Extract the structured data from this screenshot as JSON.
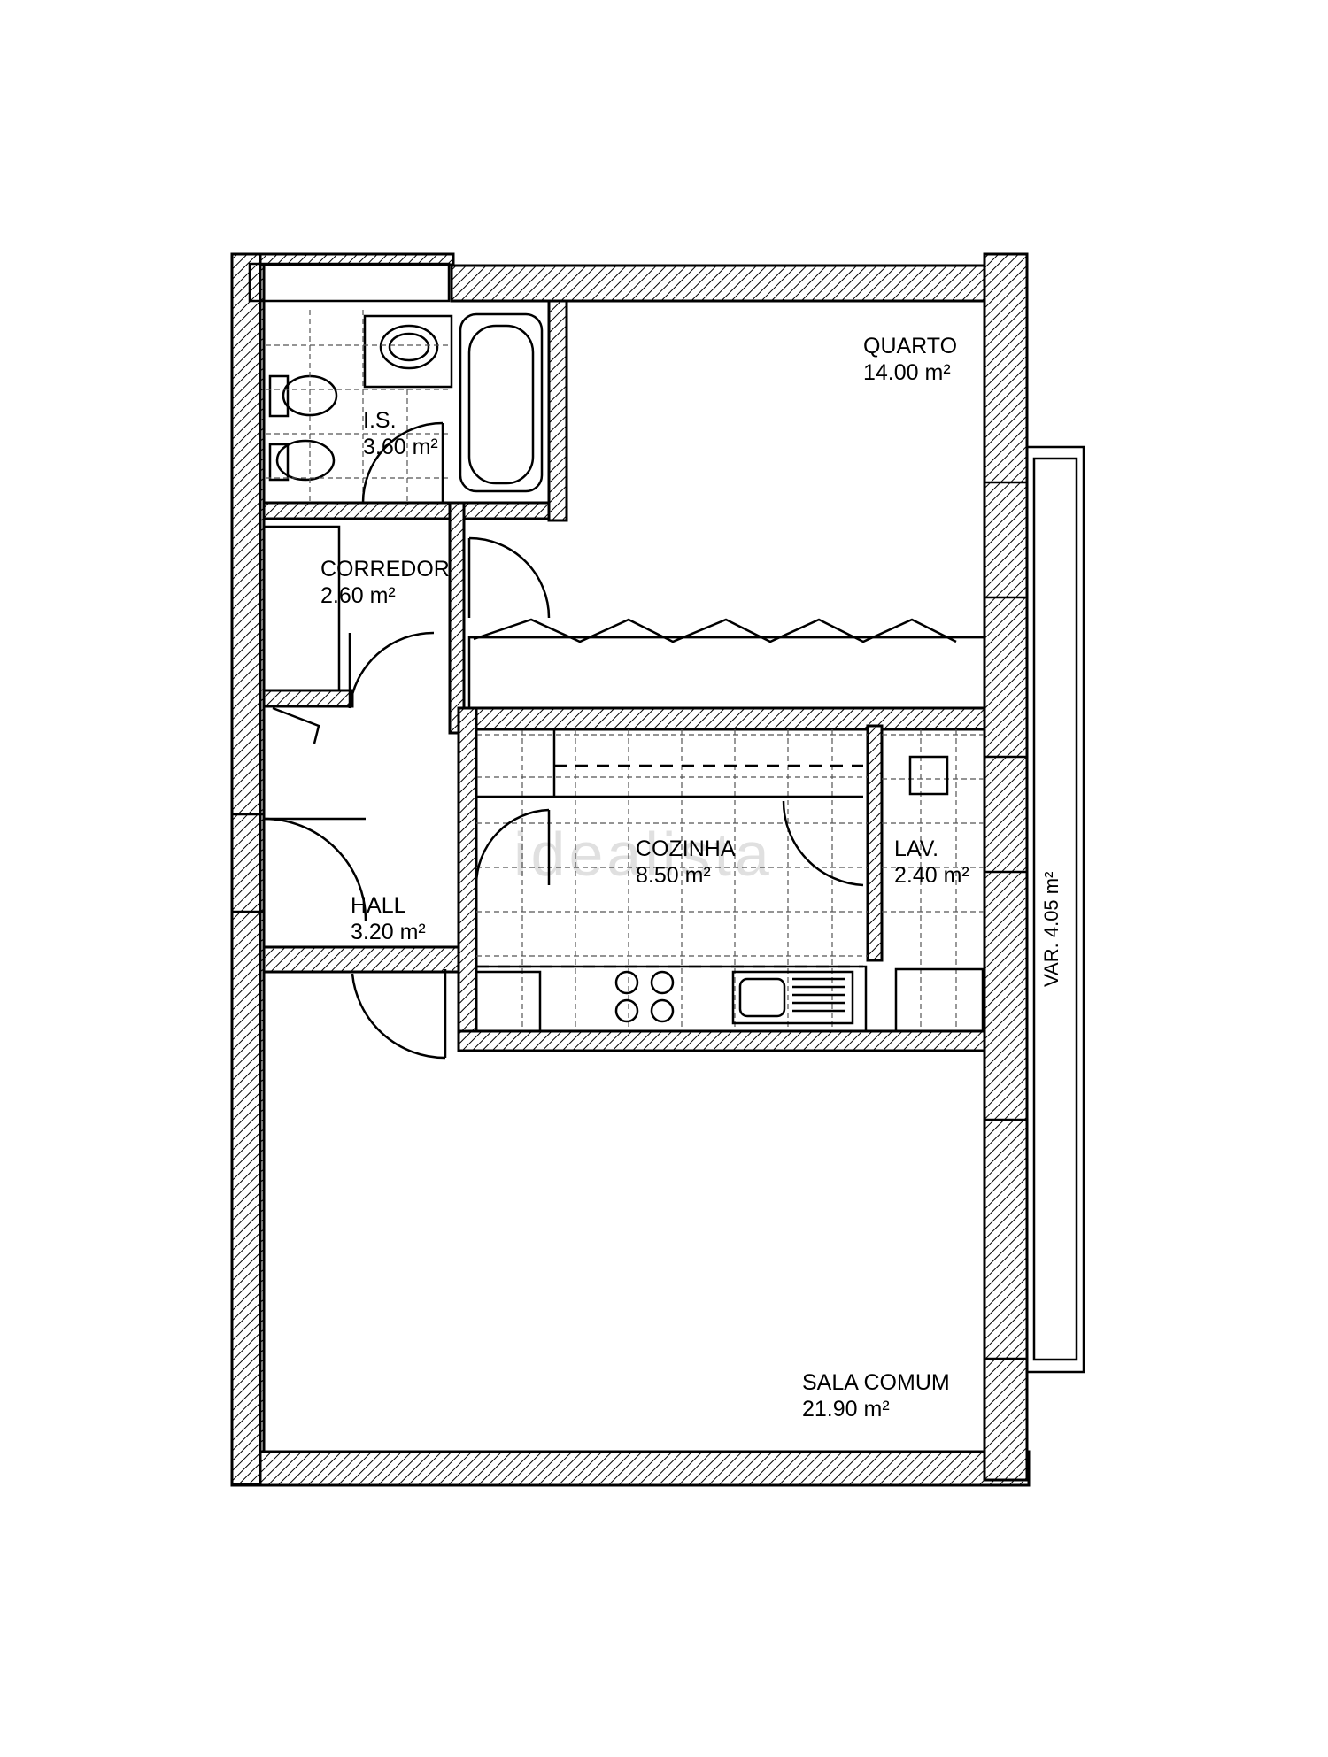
{
  "rooms": {
    "quarto": {
      "name": "QUARTO",
      "area": "14.00 m²"
    },
    "is": {
      "name": "I.S.",
      "area": "3.60 m²"
    },
    "corredor": {
      "name": "CORREDOR",
      "area": "2.60 m²"
    },
    "cozinha": {
      "name": "COZINHA",
      "area": "8.50 m²"
    },
    "lav": {
      "name": "LAV.",
      "area": "2.40 m²"
    },
    "hall": {
      "name": "HALL",
      "area": "3.20 m²"
    },
    "sala": {
      "name": "SALA COMUM",
      "area": "21.90 m²"
    }
  },
  "balcony": {
    "label": "VAR.",
    "area": "4.05 m²"
  },
  "watermark": "idealista",
  "colors": {
    "line": "#000000",
    "background": "#ffffff"
  }
}
